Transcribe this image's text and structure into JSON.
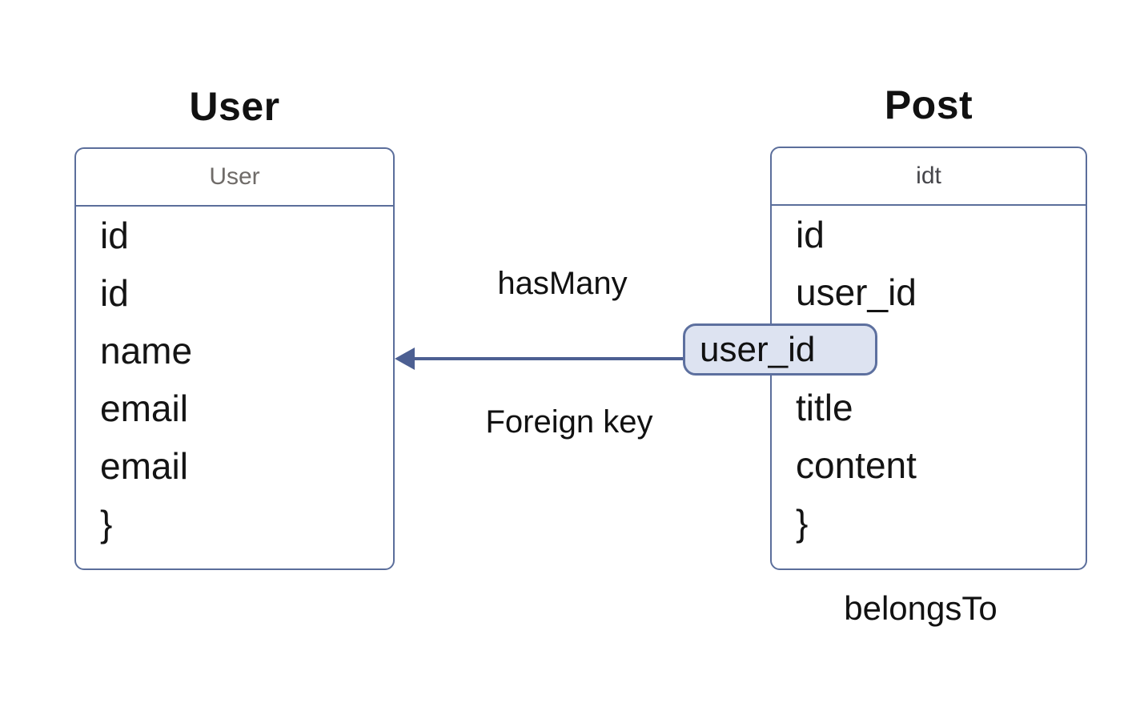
{
  "user": {
    "title": "User",
    "header": "User",
    "fields": [
      "id",
      "id",
      "name",
      "email",
      "email",
      "}"
    ]
  },
  "post": {
    "title": "Post",
    "header": "idt",
    "fields": [
      "id",
      "user_id",
      "title",
      "content",
      "}"
    ],
    "caption": "belongsTo"
  },
  "relation": {
    "label_top": "hasMany",
    "label_bottom": "Foreign key",
    "badge": "user_id"
  },
  "colors": {
    "line": "#4c5f92",
    "box_border": "#5b6e9b",
    "badge_fill": "#dde3f1",
    "badge_border": "#5d709f",
    "header_text_user": "#6f6b68",
    "header_text_post": "#46464b",
    "text": "#141414"
  }
}
